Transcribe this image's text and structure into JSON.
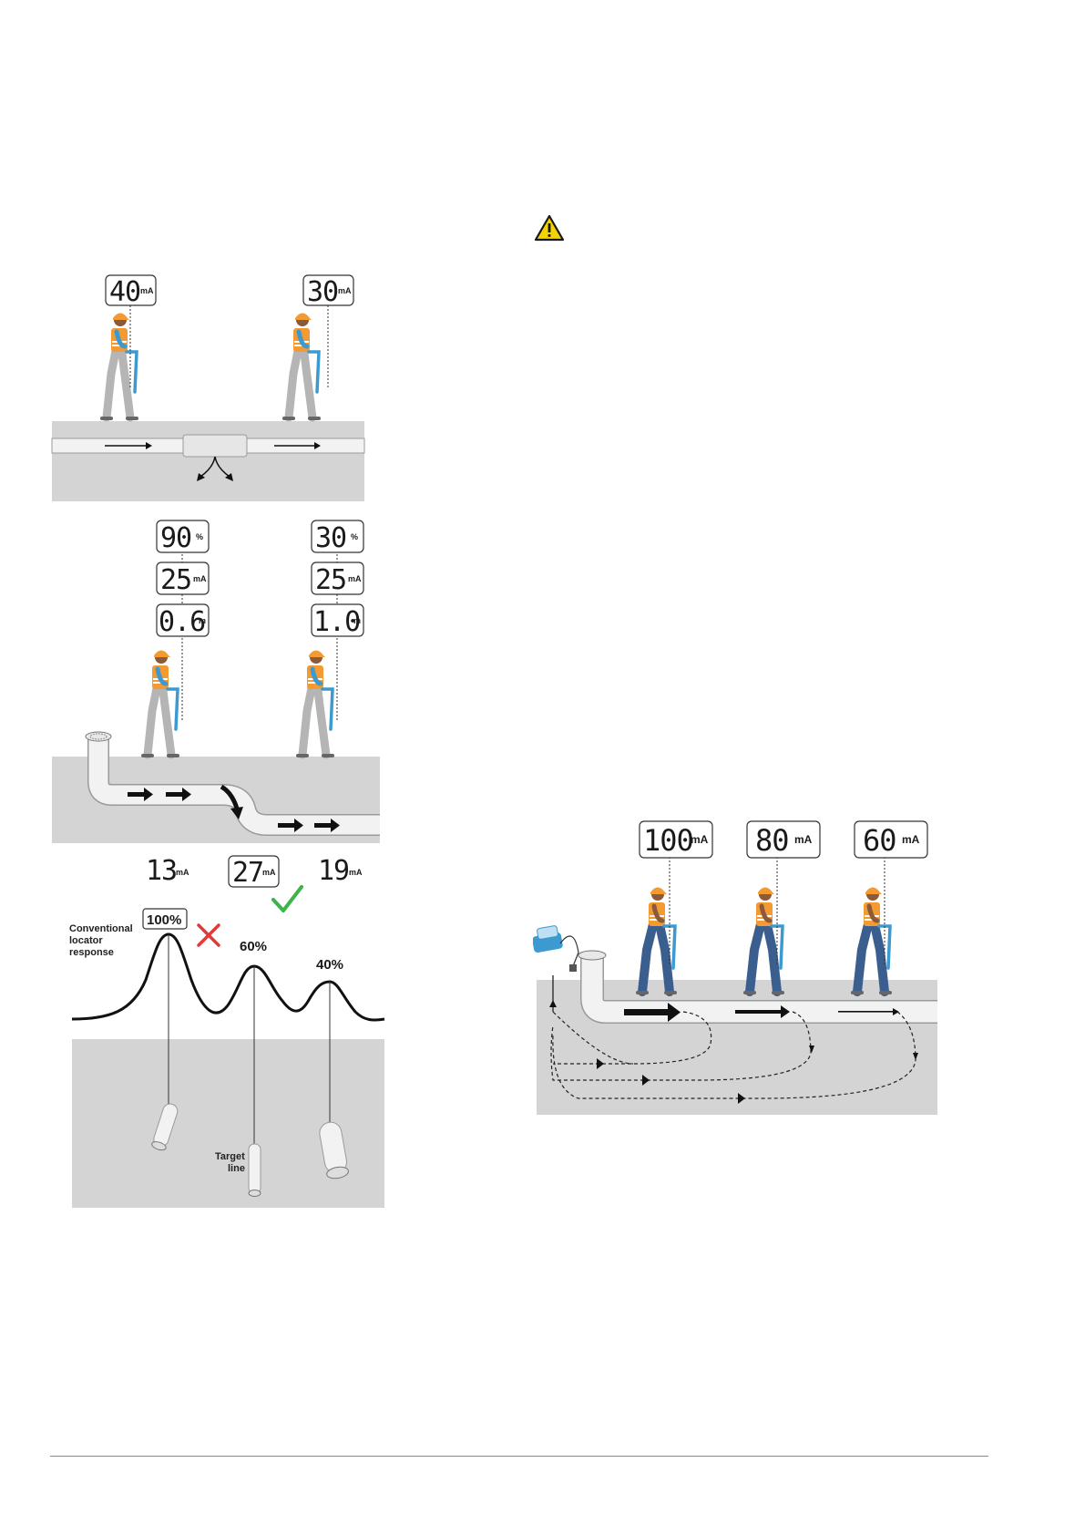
{
  "figure1": {
    "left_display": {
      "value": "40",
      "unit": "mA"
    },
    "right_display": {
      "value": "30",
      "unit": "mA"
    }
  },
  "figure2": {
    "left": {
      "signal": {
        "value": "90",
        "unit": "%"
      },
      "current": {
        "value": "25",
        "unit": "mA"
      },
      "depth": {
        "value": "0.6",
        "unit": "m"
      }
    },
    "right": {
      "signal": {
        "value": "30",
        "unit": "%"
      },
      "current": {
        "value": "25",
        "unit": "mA"
      },
      "depth": {
        "value": "1.0",
        "unit": "m"
      }
    }
  },
  "figure3": {
    "left_current": {
      "value": "13",
      "unit": "mA"
    },
    "middle_current": {
      "value": "27",
      "unit": "mA"
    },
    "right_current": {
      "value": "19",
      "unit": "mA"
    },
    "peak_labels": [
      "100%",
      "60%",
      "40%"
    ],
    "response_label": [
      "Conventional",
      "locator",
      "response"
    ],
    "target_label": [
      "Target",
      "line"
    ]
  },
  "figure4": {
    "displays": [
      {
        "value": "100",
        "unit": "mA"
      },
      {
        "value": "80",
        "unit": "mA"
      },
      {
        "value": "60",
        "unit": "mA"
      }
    ]
  },
  "colors": {
    "ground": "#d4d4d4",
    "pipe": "#f2f2f2",
    "vest": "#f39a32",
    "helmet": "#f39a32",
    "skin": "#8a5a3a",
    "pants_grey": "#b5b5b5",
    "pants_blue": "#3a5f8f",
    "locator": "#3d9ad1",
    "cross": "#e03a3a",
    "check": "#3db34a",
    "warning": "#f5d300"
  },
  "icons": [
    "warning-icon",
    "cross-icon",
    "check-icon"
  ]
}
